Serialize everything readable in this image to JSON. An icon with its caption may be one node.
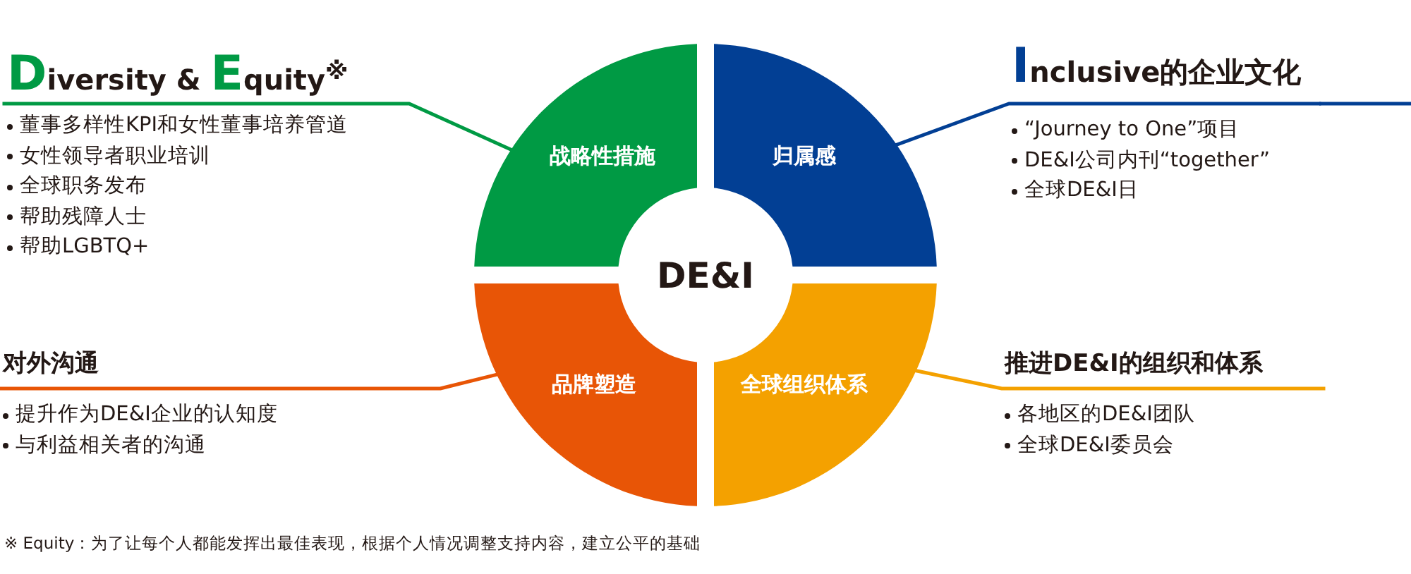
{
  "diagram": {
    "nodes": [
      {
        "text": [
          "DE&I"
        ]
      },
      {
        "text": [
          "战略性措施"
        ]
      },
      {
        "text": [
          "归属感"
        ]
      },
      {
        "text": [
          "品牌塑造"
        ]
      },
      {
        "text": [
          "全球组织体系"
        ]
      },
      {
        "text": [
          "Diversity & Equity$^{※}$",
          "董事多样性KPI和女性董事培养管道",
          "女性领导者职业培训",
          "全球职务发布",
          "帮助残障人士",
          "帮助LGBTQ+"
        ]
      },
      {
        "text": [
          "Inclusive的企业文化",
          "“Journey to One”项目",
          "DE&I公司内刊“together”",
          "全球DE&I日"
        ]
      },
      {
        "text": [
          "对外沟通",
          "提升作为DE&I企业的认知度",
          "与利益相关者的沟通"
        ]
      },
      {
        "text": [
          "推进DE&I的组织和体系",
          "各地区的DE&I团队",
          "全球DE&I委员会"
        ]
      }
    ],
    "edges": [
      {
        "from": 5,
        "to": 1,
        "arrow": "none",
        "color": "#009a44"
      },
      {
        "from": 6,
        "to": 2,
        "arrow": "none",
        "color": "#023f94"
      },
      {
        "from": 7,
        "to": 3,
        "arrow": "none",
        "color": "#e85506"
      },
      {
        "from": 8,
        "to": 4,
        "arrow": "none",
        "color": "#f4a100"
      }
    ],
    "labels": [
      "※ Equity：为了让每个人都能发挥出最佳表现，根据个人情况调整支持内容，建立公平的基础"
    ]
  }
}
